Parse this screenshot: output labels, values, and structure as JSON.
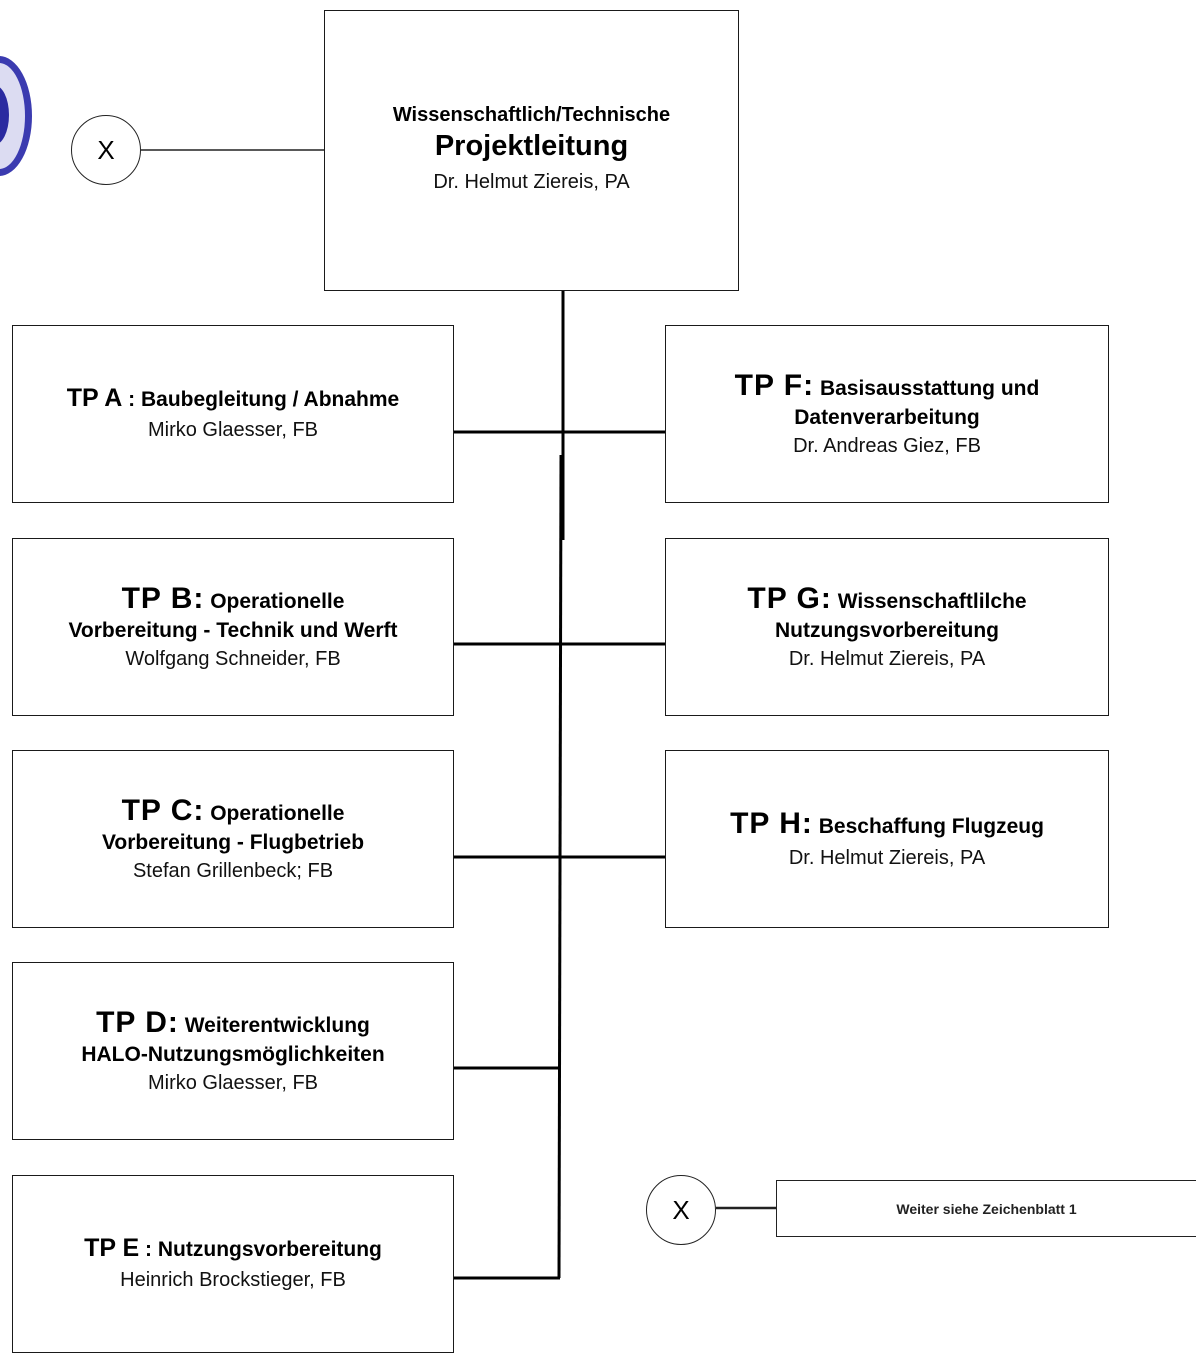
{
  "connector_symbol": "X",
  "project_lead": {
    "line1": "Wissenschaftlich/Technische",
    "line2": "Projektleitung",
    "person": "Dr. Helmut Ziereis, PA"
  },
  "left": [
    {
      "code": "TP A",
      "sep": " : ",
      "title": "Baubegleitung / Abnahme",
      "cont": "",
      "person": "Mirko Glaesser, FB"
    },
    {
      "code": "TP B:",
      "sep": " ",
      "title": "Operationelle",
      "cont": "Vorbereitung - Technik und Werft",
      "person": "Wolfgang Schneider, FB"
    },
    {
      "code": "TP C:",
      "sep": " ",
      "title": "Operationelle",
      "cont": "Vorbereitung - Flugbetrieb",
      "person": "Stefan Grillenbeck; FB"
    },
    {
      "code": "TP D:",
      "sep": " ",
      "title": "Weiterentwicklung",
      "cont": "HALO-Nutzungsmöglichkeiten",
      "person": "Mirko Glaesser, FB"
    },
    {
      "code": "TP E",
      "sep": " : ",
      "title": "Nutzungsvorbereitung",
      "cont": "",
      "person": "Heinrich Brockstieger, FB"
    }
  ],
  "right": [
    {
      "code": "TP F:",
      "sep": " ",
      "title": "Basisausstattung und",
      "cont": "Datenverarbeitung",
      "person": "Dr. Andreas Giez, FB"
    },
    {
      "code": "TP G:",
      "sep": " ",
      "title": "Wissenschaftlilche",
      "cont": "Nutzungsvorbereitung",
      "person": "Dr. Helmut Ziereis, PA"
    },
    {
      "code": "TP H:",
      "sep": " ",
      "title": "Beschaffung Flugzeug",
      "cont": "",
      "person": "Dr. Helmut Ziereis, PA"
    }
  ],
  "continuation_note": "Weiter siehe Zeichenblatt 1"
}
